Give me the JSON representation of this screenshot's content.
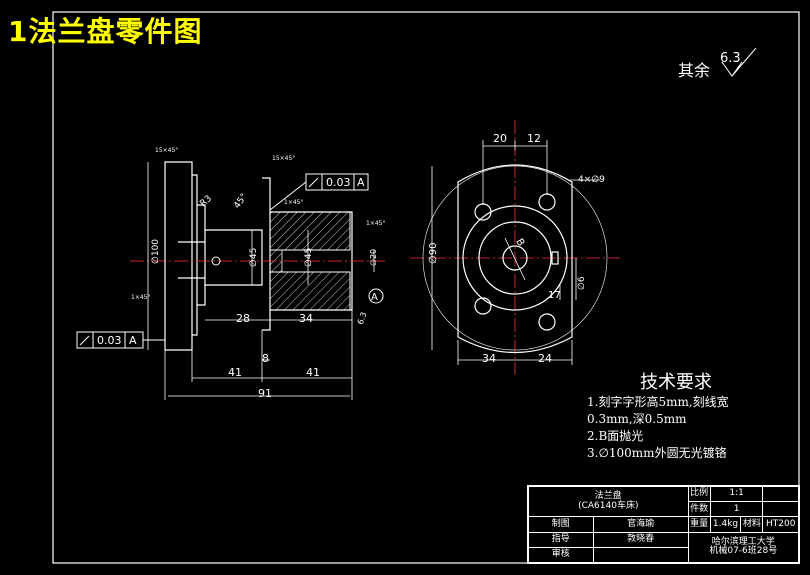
{
  "title": "1法兰盘零件图",
  "roughness_note": {
    "label": "其余",
    "value": "6.3"
  },
  "dims_left": {
    "chamfer_top1": "15×45°",
    "chamfer_top2": "15×45°",
    "chamfer_small": "1×45°",
    "chamfer_left": "1×45°",
    "chamfer_right": "1×45°",
    "r_dim": "R3",
    "angle": "45°",
    "dia_100": "∅100",
    "dia_45a": "∅45",
    "dia_45b": "∅45",
    "dia_20": "∅20",
    "len_28": "28",
    "len_34": "34",
    "len_8": "8",
    "len_41a": "41",
    "len_41b": "41",
    "len_91": "91",
    "tol_top_value": "0.03",
    "tol_top_datum": "A",
    "tol_left_value": "0.03",
    "tol_left_datum": "A",
    "datum_label": "A",
    "ra_small": "6.3"
  },
  "dims_right": {
    "w20": "20",
    "w12": "12",
    "holes": "4×∅9",
    "dia_90": "∅90",
    "dia_6": "∅6",
    "b_label": "B",
    "w34": "34",
    "w24": "24",
    "h17": "17"
  },
  "tech": {
    "heading": "技术要求",
    "lines": [
      "1.刻字字形高5mm,刻线宽",
      "0.3mm,深0.5mm",
      "2.B面抛光",
      "3.∅100mm外圆无光镀铬"
    ]
  },
  "title_block": {
    "part_name": "法兰盘",
    "machine": "(CA6140车床)",
    "scale_label": "比例",
    "scale_value": "1:1",
    "qty_label": "件数",
    "qty_value": "1",
    "drawn_label": "制图",
    "drawn_name": "官海瑜",
    "mentor_label": "指导",
    "mentor_name": "敦晓春",
    "review_label": "审核",
    "weight_label": "重量",
    "weight_value": "1.4kg",
    "material_label": "材料",
    "material_value": "HT200",
    "school": "哈尔滨理工大学",
    "class_info": "机械07-6班28号"
  },
  "colors": {
    "background": "#000000",
    "outline": "#ffffff",
    "title": "#ffff00",
    "axis": "#ff3333"
  }
}
